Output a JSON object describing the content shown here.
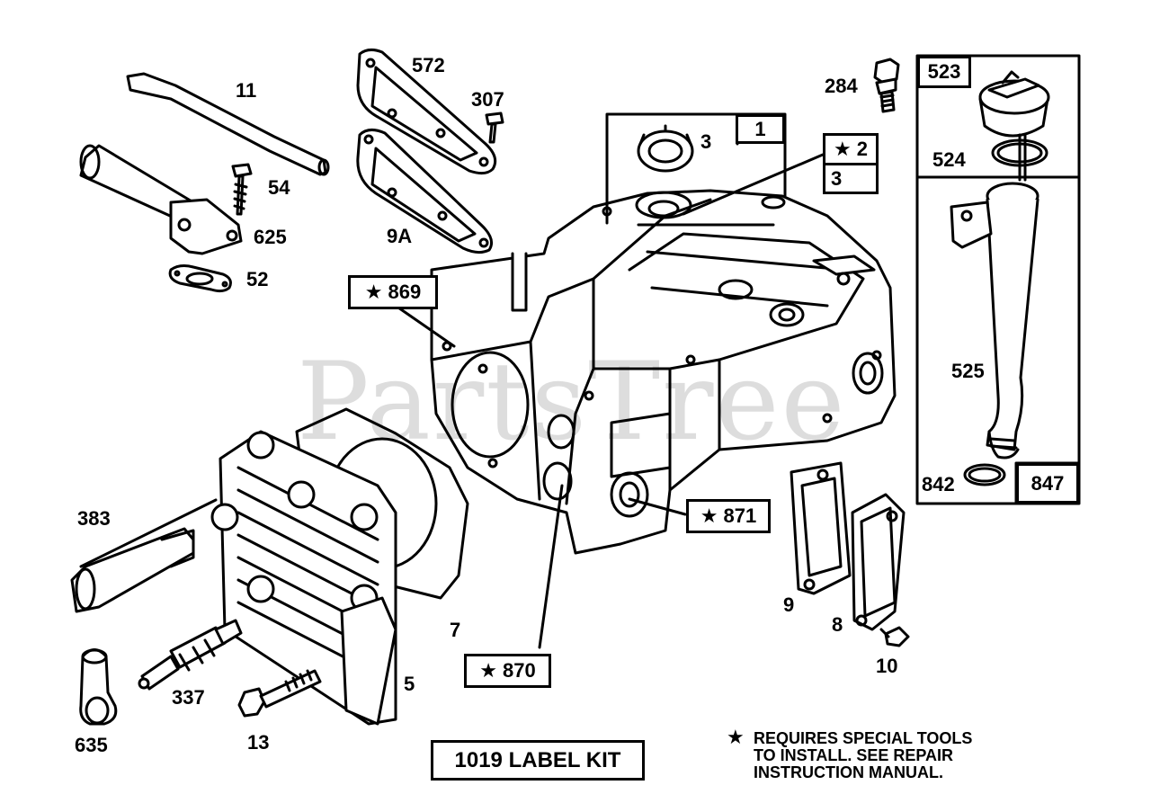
{
  "watermark": "PartsTree",
  "part_labels": {
    "p11": "11",
    "p54": "54",
    "p625": "625",
    "p52": "52",
    "p572": "572",
    "p307": "307",
    "p9A": "9A",
    "p284": "284",
    "p3a": "3",
    "p3b": "3",
    "p524": "524",
    "p525": "525",
    "p842": "842",
    "p383": "383",
    "p337": "337",
    "p13": "13",
    "p635": "635",
    "p5": "5",
    "p7": "7",
    "p9": "9",
    "p8": "8",
    "p10": "10"
  },
  "boxed_labels": {
    "b1": "1",
    "b2": "2",
    "b523": "523",
    "b847": "847",
    "b869": "869",
    "b871": "871",
    "b870": "870",
    "label_kit": "1019 LABEL KIT"
  },
  "star_symbol": "★",
  "note": {
    "line1": "REQUIRES SPECIAL TOOLS",
    "line2": "TO INSTALL.  SEE REPAIR",
    "line3": "INSTRUCTION MANUAL."
  }
}
